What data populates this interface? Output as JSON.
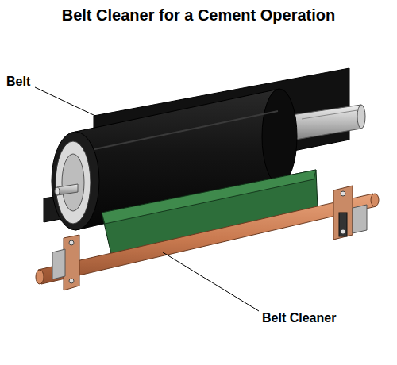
{
  "diagram": {
    "title": "Belt Cleaner for a Cement Operation",
    "labels": [
      "Belt",
      "Belt Cleaner"
    ]
  }
}
